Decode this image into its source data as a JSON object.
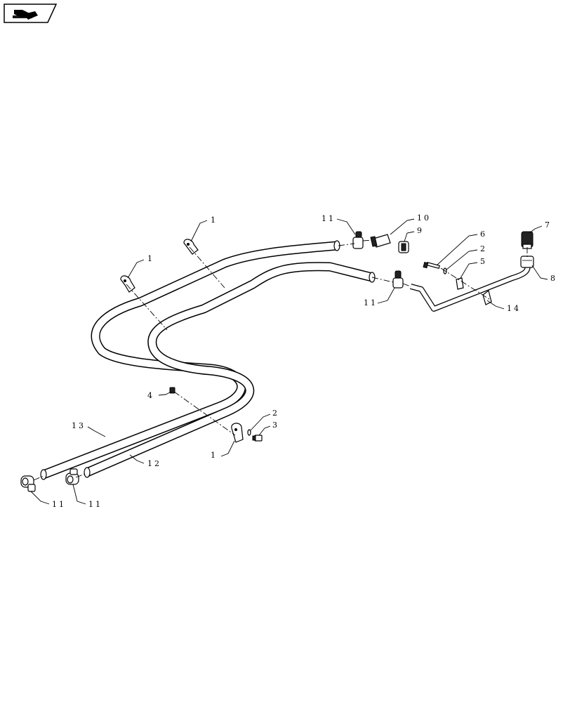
{
  "callouts": {
    "c1_top": "1",
    "c1_left": "1",
    "c1_bottom": "1",
    "c2_upper": "2",
    "c2_lower": "2",
    "c3": "3",
    "c4": "4",
    "c5": "5",
    "c6": "6",
    "c7": "7",
    "c8": "8",
    "c9": "9",
    "c10": "10",
    "c11_top": "11",
    "c11_mid": "11",
    "c11_bl": "11",
    "c11_br": "11",
    "c12": "12",
    "c13": "13",
    "c14": "14"
  }
}
